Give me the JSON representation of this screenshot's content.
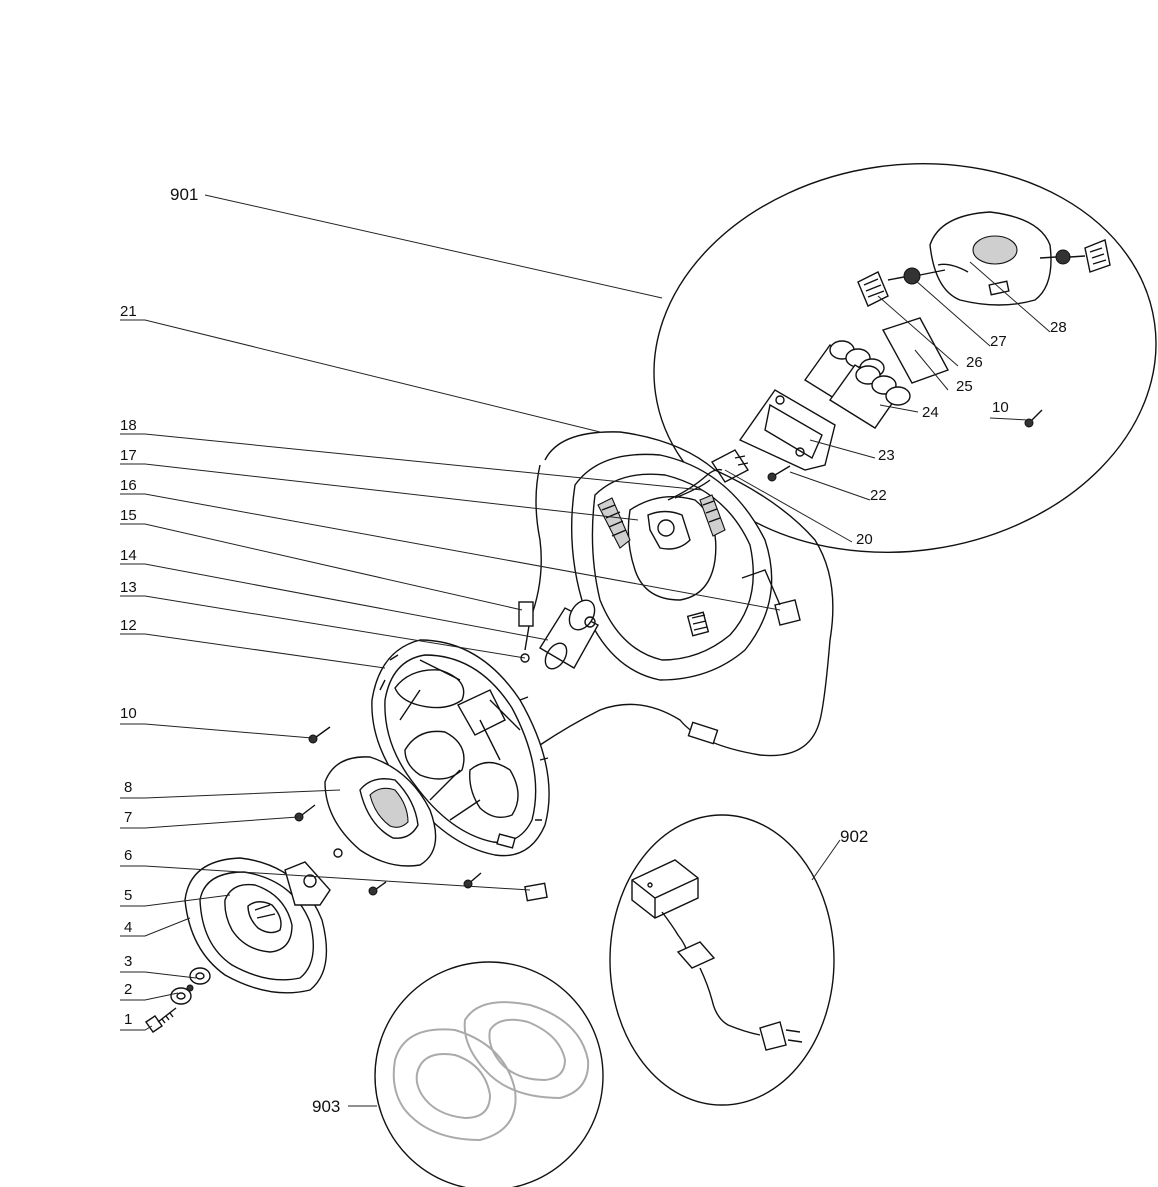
{
  "labels": {
    "l901": "901",
    "l902": "902",
    "l903": "903",
    "l21": "21",
    "l18": "18",
    "l17": "17",
    "l16": "16",
    "l15": "15",
    "l14": "14",
    "l13": "13",
    "l12": "12",
    "l10a": "10",
    "l8": "8",
    "l7": "7",
    "l6": "6",
    "l5": "5",
    "l4": "4",
    "l3": "3",
    "l2": "2",
    "l1": "1",
    "l28": "28",
    "l27": "27",
    "l26": "26",
    "l25": "25",
    "l24": "24",
    "l10b": "10",
    "l23": "23",
    "l22": "22",
    "l20": "20"
  }
}
